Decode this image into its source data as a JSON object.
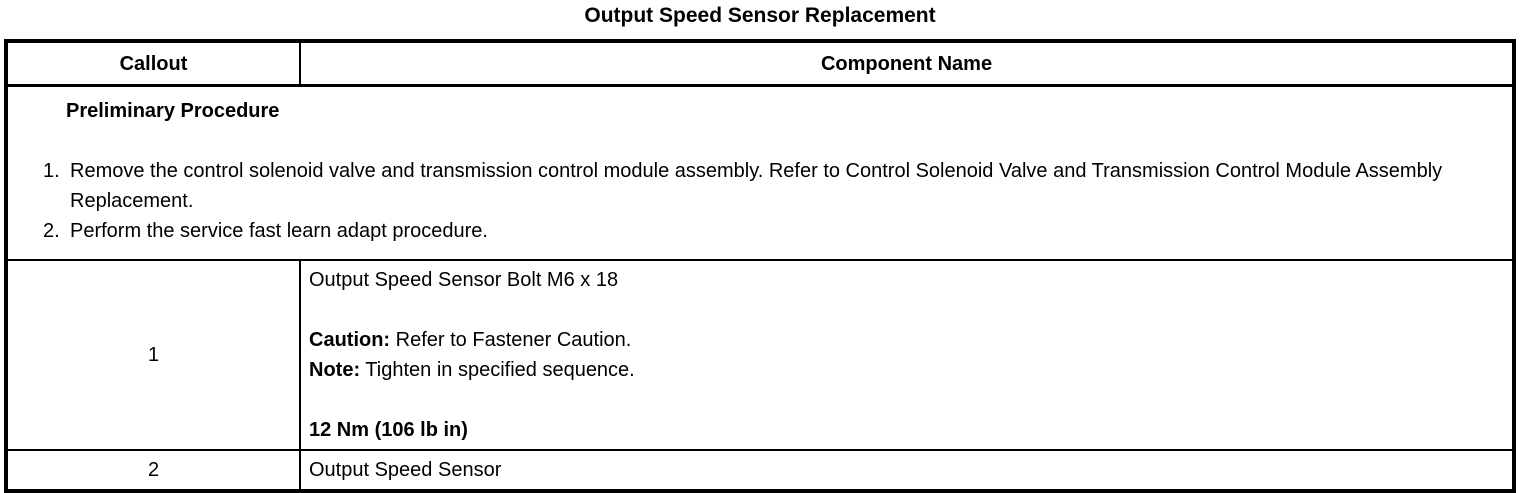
{
  "page": {
    "title": "Output Speed Sensor Replacement"
  },
  "table": {
    "headers": {
      "callout": "Callout",
      "component": "Component Name"
    },
    "preliminary": {
      "heading": "Preliminary Procedure",
      "steps": [
        {
          "number": "1.",
          "text": "Remove the control solenoid valve and transmission control module assembly. Refer to Control Solenoid Valve and Transmission Control Module Assembly Replacement."
        },
        {
          "number": "2.",
          "text": "Perform the service fast learn adapt procedure."
        }
      ]
    },
    "rows": [
      {
        "callout": "1",
        "component_name": "Output Speed Sensor Bolt M6 x 18",
        "caution_label": "Caution:",
        "caution_text": " Refer to Fastener Caution.",
        "note_label": "Note:",
        "note_text": " Tighten in specified sequence.",
        "torque": "12 Nm (106 lb in)"
      },
      {
        "callout": "2",
        "component_name": "Output Speed Sensor"
      }
    ]
  }
}
